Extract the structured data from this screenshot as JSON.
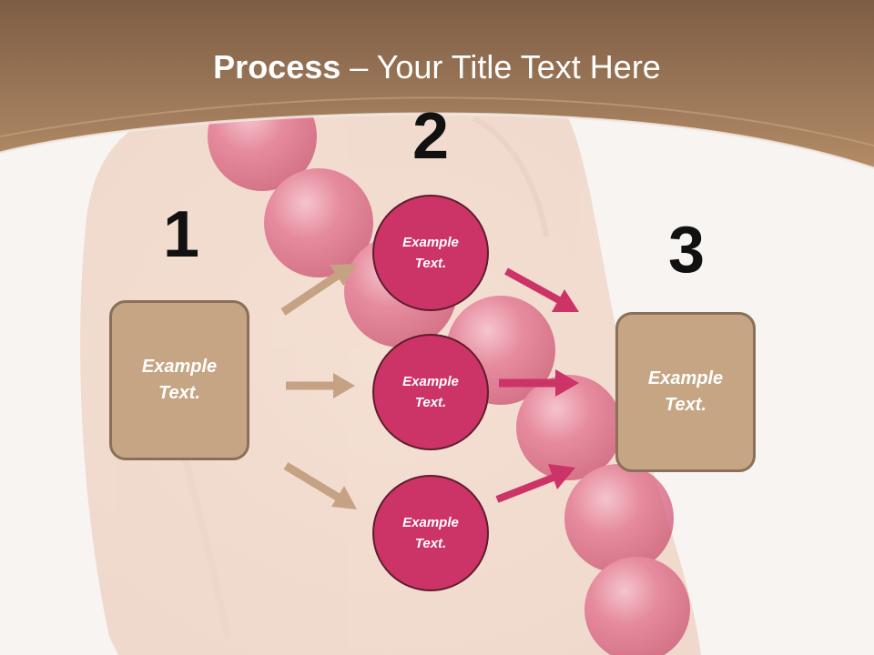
{
  "title": {
    "bold": "Process",
    "rest": " – Your Title Text Here"
  },
  "steps": {
    "one": {
      "number": "1",
      "box_text": "Example Text."
    },
    "two": {
      "number": "2",
      "circles": [
        "Example Text.",
        "Example Text.",
        "Example Text."
      ]
    },
    "three": {
      "number": "3",
      "box_text": "Example Text."
    }
  },
  "colors": {
    "header": "#a47a56",
    "box_fill": "#c6a584",
    "box_border": "#8a7059",
    "circle_fill": "#cc3366",
    "left_arrows": "#c4a283",
    "right_arrows": "#cc3366"
  }
}
